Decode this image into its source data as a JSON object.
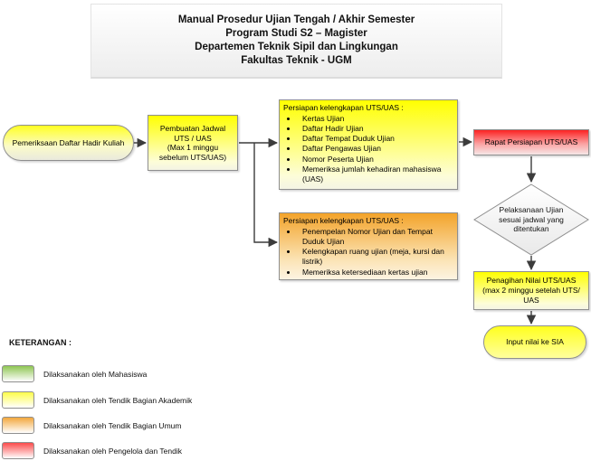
{
  "title": {
    "line1": "Manual Prosedur Ujian Tengah / Akhir Semester",
    "line2": "Program Studi S2 – Magister",
    "line3": "Departemen Teknik Sipil dan Lingkungan",
    "line4": "Fakultas Teknik - UGM"
  },
  "flow": {
    "start": {
      "label": "Pemeriksaan Daftar Hadir Kuliah",
      "shape": "terminator",
      "color": "#ffff33"
    },
    "jadwal": {
      "label": "Pembuatan Jadwal\nUTS / UAS\n(Max 1 minggu\nsebelum UTS/UAS)",
      "shape": "process",
      "color": "#ffff00"
    },
    "persiapan_akademik": {
      "title": "Persiapan kelengkapan UTS/UAS :",
      "items": [
        "Kertas Ujian",
        "Daftar Hadir Ujian",
        "Daftar Tempat Duduk Ujian",
        "Daftar Pengawas Ujian",
        "Nomor Peserta Ujian",
        "Memeriksa jumlah kehadiran mahasiswa (UAS)"
      ],
      "shape": "process",
      "color": "#ffff00"
    },
    "persiapan_umum": {
      "title": "Persiapan kelengkapan UTS/UAS :",
      "items": [
        "Penempelan Nomor Ujian dan Tempat Duduk Ujian",
        "Kelengkapan ruang ujian (meja, kursi dan listrik)",
        "Memeriksa ketersediaan kertas ujian"
      ],
      "shape": "process",
      "color": "#f3a32a"
    },
    "rapat": {
      "label": "Rapat Persiapan UTS/UAS",
      "shape": "process",
      "color": "#fb2222"
    },
    "pelaksanaan": {
      "label": "Pelaksanaan Ujian\nsesuai jadwal yang\nditentukan",
      "shape": "decision",
      "color": "#ffffff"
    },
    "penagihan": {
      "label": "Penagihan Nilai UTS/UAS\n(max 2 minggu setelah UTS/\nUAS",
      "shape": "process",
      "color": "#ffff00"
    },
    "input_sia": {
      "label": "Input nilai ke SIA",
      "shape": "terminator",
      "color": "#ffff1e"
    }
  },
  "legend": {
    "title": "KETERANGAN :",
    "items": [
      {
        "color": "#8fc653",
        "label": "Dilaksanakan oleh Mahasiswa"
      },
      {
        "color": "#fdfd4a",
        "label": "Dilaksanakan oleh Tendik Bagian Akademik"
      },
      {
        "color": "#f2a73d",
        "label": "Dilaksanakan oleh Tendik Bagian Umum"
      },
      {
        "color": "#fb4c4c",
        "label": "Dilaksanakan oleh Pengelola dan Tendik"
      }
    ]
  },
  "connector_color": "#3c3c3c"
}
